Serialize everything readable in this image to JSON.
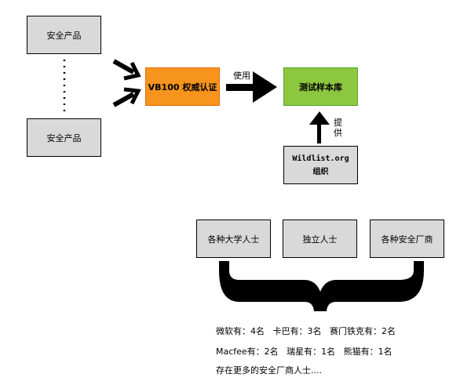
{
  "products": [
    {
      "label": "安全产品"
    },
    {
      "label": "安全产品"
    }
  ],
  "certification": {
    "label": "VB100 权威认证"
  },
  "use_label": "使用",
  "sample_library": {
    "label": "测试样本库"
  },
  "provide_label": "提供",
  "wildlist": {
    "line1": "Wildlist.org",
    "line2": "组织"
  },
  "groups": [
    {
      "label": "各种大学人士"
    },
    {
      "label": "独立人士"
    },
    {
      "label": "各种安全厂商"
    }
  ],
  "stats": {
    "row1": "微软有：4名   卡巴有：3名   赛门铁克有：2名",
    "row2": "Macfee有：2名   瑞星有：1名   熊猫有：1名",
    "row3": "存在更多的安全厂商人士...."
  },
  "colors": {
    "orange": "#f7941d",
    "green": "#8dc63f",
    "gray": "#d9d9d9"
  }
}
